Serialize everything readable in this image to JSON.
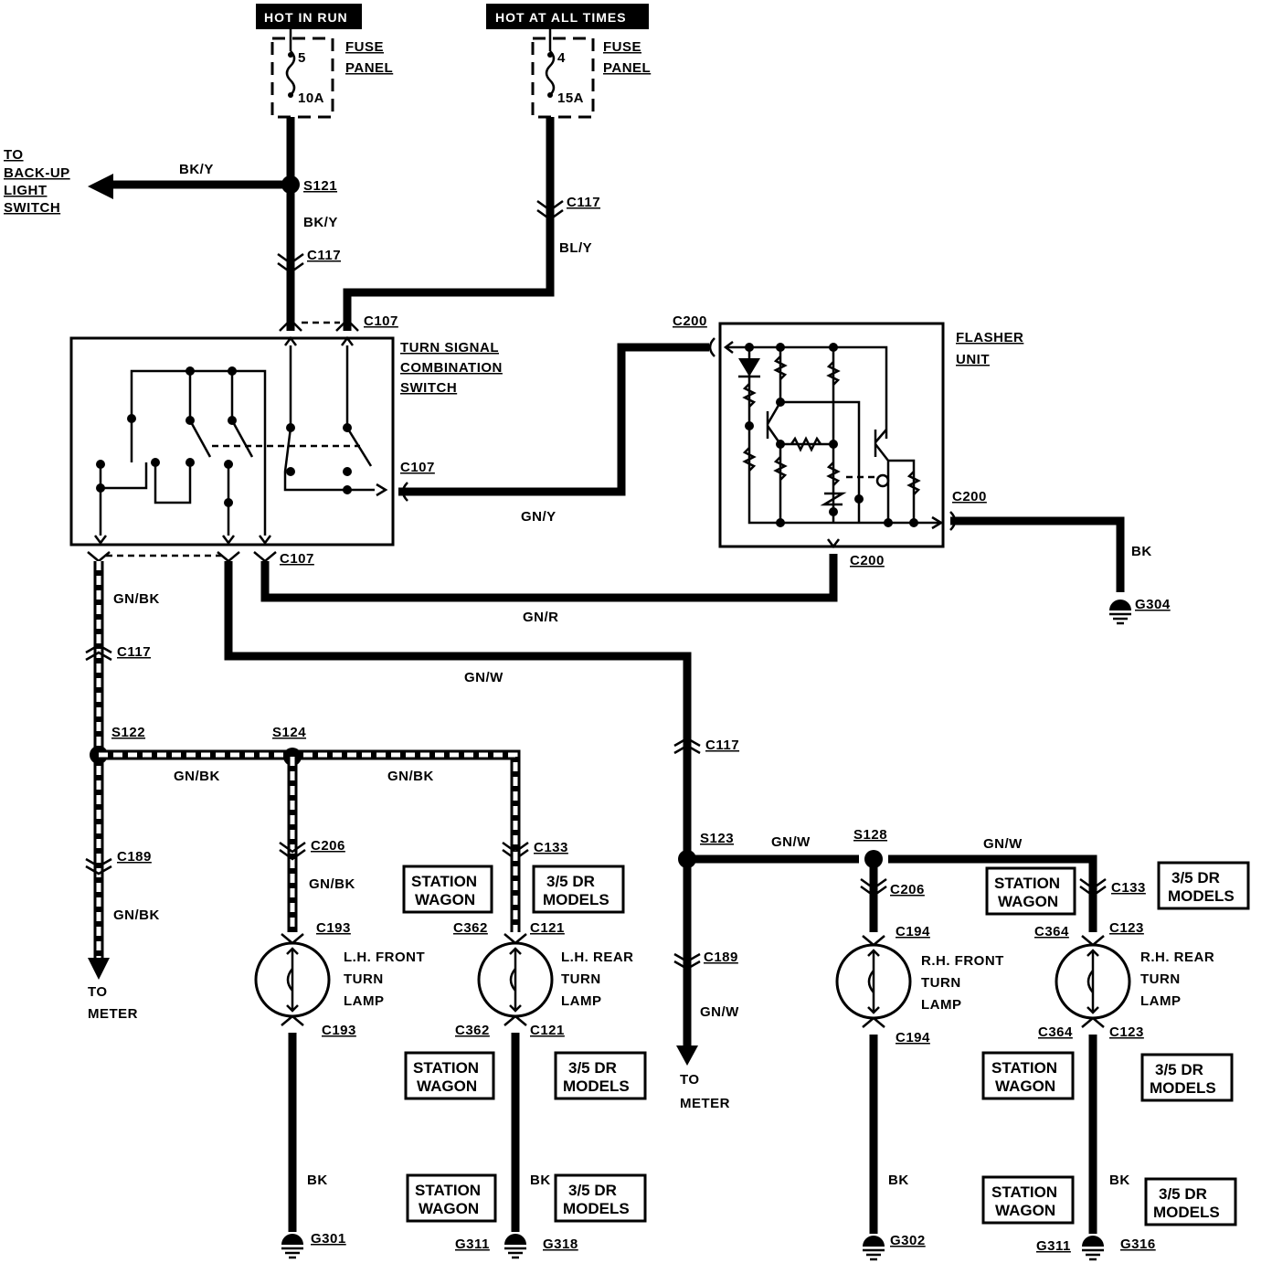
{
  "headers": {
    "hot_in_run": "HOT IN RUN",
    "hot_at_all_times": "HOT AT ALL TIMES"
  },
  "fuses": {
    "left": {
      "number": "5",
      "rating": "10A",
      "label_1": "FUSE",
      "label_2": "PANEL"
    },
    "right": {
      "number": "4",
      "rating": "15A",
      "label_1": "FUSE",
      "label_2": "PANEL"
    }
  },
  "backup": {
    "l1": "TO",
    "l2": "BACK-UP",
    "l3": "LIGHT",
    "l4": "SWITCH"
  },
  "components": {
    "turn_switch": {
      "l1": "TURN SIGNAL",
      "l2": "COMBINATION",
      "l3": "SWITCH"
    },
    "flasher": {
      "l1": "FLASHER",
      "l2": "UNIT"
    }
  },
  "connectors": {
    "s121": "S121",
    "s122": "S122",
    "s123": "S123",
    "s124": "S124",
    "s128": "S128",
    "c117": "C117",
    "c107": "C107",
    "c200": "C200",
    "c189": "C189",
    "c206": "C206",
    "c133": "C133",
    "c193": "C193",
    "c362": "C362",
    "c121": "C121",
    "c194": "C194",
    "c364": "C364",
    "c123": "C123"
  },
  "grounds": {
    "g301": "G301",
    "g304": "G304",
    "g311": "G311",
    "g318": "G318",
    "g302": "G302",
    "g316": "G316"
  },
  "wires": {
    "bky": "BK/Y",
    "bly": "BL/Y",
    "gny": "GN/Y",
    "gnr": "GN/R",
    "gnbk": "GN/BK",
    "gnw": "GN/W",
    "bk": "BK"
  },
  "lamps": {
    "lh_front": {
      "l1": "L.H. FRONT",
      "l2": "TURN",
      "l3": "LAMP"
    },
    "lh_rear": {
      "l1": "L.H. REAR",
      "l2": "TURN",
      "l3": "LAMP"
    },
    "rh_front": {
      "l1": "R.H. FRONT",
      "l2": "TURN",
      "l3": "LAMP"
    },
    "rh_rear": {
      "l1": "R.H. REAR",
      "l2": "TURN",
      "l3": "LAMP"
    }
  },
  "boxes": {
    "station_l1": "STATION",
    "station_l2": "WAGON",
    "models_l1": "3/5 DR",
    "models_l2": "MODELS"
  },
  "to_meter": {
    "l1": "TO",
    "l2": "METER"
  }
}
